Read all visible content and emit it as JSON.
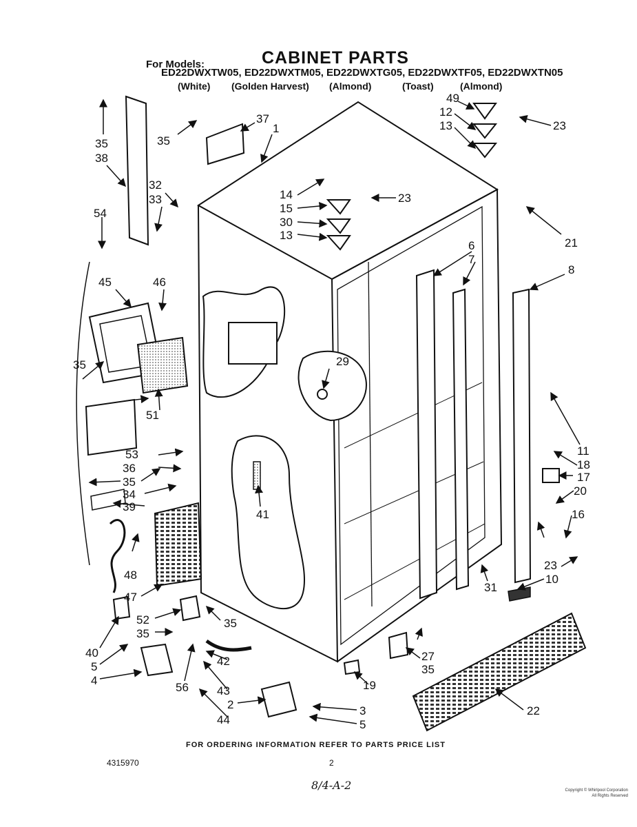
{
  "header": {
    "for_models": "For Models:",
    "title": "CABINET PARTS",
    "models_line": "ED22DWXTW05, ED22DWXTM05, ED22DWXTG05, ED22DWXTF05, ED22DWXTN05",
    "colors": [
      "(White)",
      "(Golden Harvest)",
      "(Almond)",
      "(Toast)",
      "(Almond)"
    ]
  },
  "callouts": {
    "c1": "1",
    "c2": "2",
    "c3": "3",
    "c4": "4",
    "c5a": "5",
    "c5b": "5",
    "c6": "6",
    "c7": "7",
    "c8": "8",
    "c10": "10",
    "c11": "11",
    "c12": "12",
    "c13a": "13",
    "c13b": "13",
    "c14": "14",
    "c15": "15",
    "c16": "16",
    "c17": "17",
    "c18": "18",
    "c19": "19",
    "c20": "20",
    "c21": "21",
    "c22": "22",
    "c23a": "23",
    "c23b": "23",
    "c23c": "23",
    "c27": "27",
    "c29": "29",
    "c30": "30",
    "c31": "31",
    "c32": "32",
    "c33": "33",
    "c34": "34",
    "c35a": "35",
    "c35b": "35",
    "c35c": "35",
    "c35d": "35",
    "c35e": "35",
    "c35f": "35",
    "c35g": "35",
    "c36": "36",
    "c37": "37",
    "c38": "38",
    "c39": "39",
    "c40": "40",
    "c41": "41",
    "c42": "42",
    "c43": "43",
    "c44": "44",
    "c45": "45",
    "c46": "46",
    "c47": "47",
    "c48": "48",
    "c49": "49",
    "c51": "51",
    "c52": "52",
    "c53": "53",
    "c54": "54",
    "c56": "56"
  },
  "footer": {
    "ordering_note": "FOR ORDERING INFORMATION REFER TO PARTS PRICE LIST",
    "part_number": "4315970",
    "page_number": "2",
    "handwritten": "8/4-A-2",
    "copyright_line1": "Copyright © Whirlpool Corporation",
    "copyright_line2": "All Rights Reserved"
  }
}
